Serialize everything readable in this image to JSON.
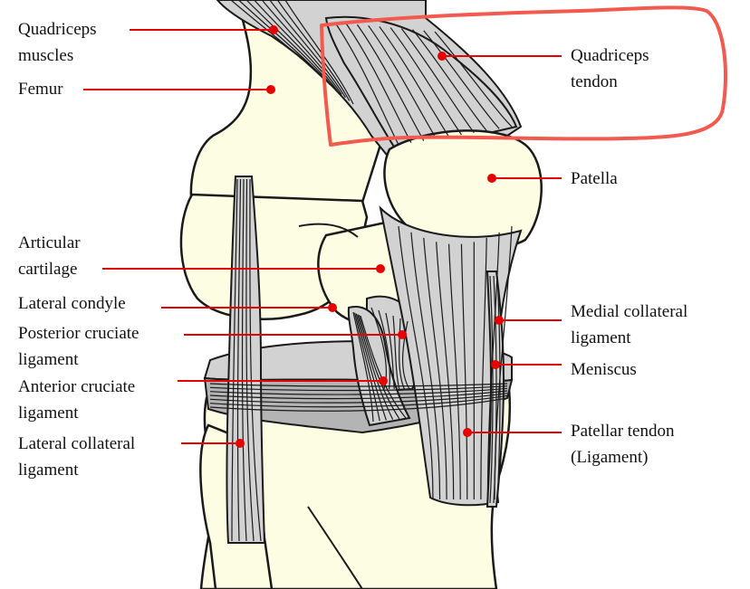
{
  "colors": {
    "bone": "#fdfde3",
    "tissue": "#d2d2d2",
    "tissue_dark": "#b4b4b4",
    "outline": "#1a1a1a",
    "pointer": "#e60000",
    "highlight": "#f25a50"
  },
  "labels": {
    "quadriceps_muscles": {
      "line1": "Quadriceps",
      "line2": "muscles"
    },
    "femur": {
      "line1": "Femur"
    },
    "quadriceps_tendon": {
      "line1": "Quadriceps",
      "line2": "tendon"
    },
    "patella": {
      "line1": "Patella"
    },
    "articular_cartilage": {
      "line1": "Articular",
      "line2": "cartilage"
    },
    "lateral_condyle": {
      "line1": "Lateral condyle"
    },
    "posterior_cruciate": {
      "line1": "Posterior cruciate",
      "line2": "ligament"
    },
    "medial_collateral": {
      "line1": "Medial collateral",
      "line2": "ligament"
    },
    "meniscus": {
      "line1": "Meniscus"
    },
    "anterior_cruciate": {
      "line1": "Anterior cruciate",
      "line2": "ligament"
    },
    "lateral_collateral": {
      "line1": "Lateral collateral",
      "line2": "ligament"
    },
    "patellar_tendon": {
      "line1": "Patellar tendon",
      "line2": "(Ligament)"
    }
  }
}
